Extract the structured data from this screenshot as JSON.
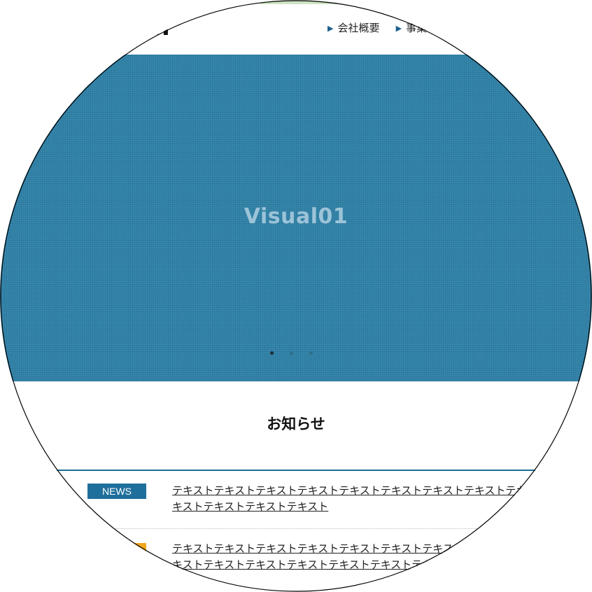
{
  "header": {
    "logo_text": "on",
    "nav": [
      {
        "label": "会社概要"
      },
      {
        "label": "事業"
      }
    ]
  },
  "hero": {
    "title": "Visual01",
    "slides": 3,
    "active_slide": 1
  },
  "news": {
    "title": "お知らせ",
    "items": [
      {
        "badge": "NEWS",
        "badge_color": "#1f6f9c",
        "text": "テキストテキストテキストテキストテキストテキストテキストテキストテキストテキストテキストテキストテキスト"
      },
      {
        "badge": "",
        "badge_color": "#f0a81f",
        "text": "テキストテキストテキストテキストテキストテキストテキストテキストテキストテキストテキストテキストテキストテキストテキストテキストテキストテキストテキスト"
      }
    ]
  },
  "colors": {
    "hero_blue": "#3587ad",
    "accent_blue": "#1b6f96",
    "badge_orange": "#f0a81f"
  }
}
